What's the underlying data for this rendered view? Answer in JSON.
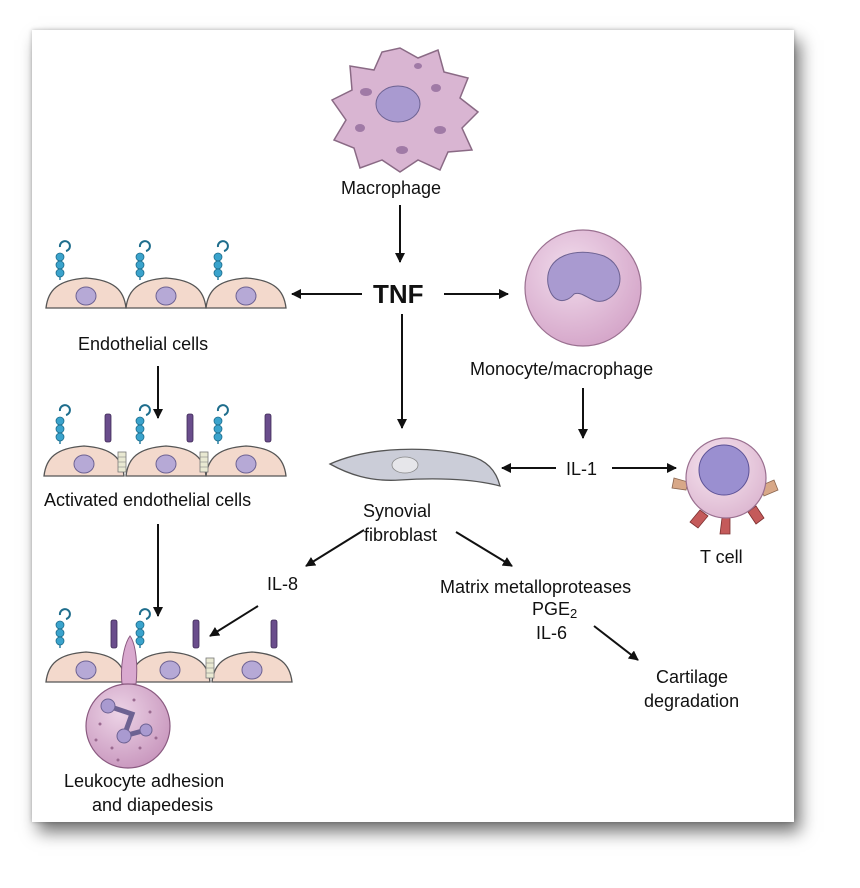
{
  "labels": {
    "macrophage": "Macrophage",
    "tnf": "TNF",
    "endothelial": "Endothelial cells",
    "monocyte": "Monocyte/macrophage",
    "activated": "Activated endothelial cells",
    "il1": "IL-1",
    "synovial_1": "Synovial",
    "synovial_2": "fibroblast",
    "tcell": "T cell",
    "il8": "IL-8",
    "mmp": "Matrix metalloproteases",
    "pge": "PGE",
    "pge_sub": "2",
    "il6": "IL-6",
    "cartilage_1": "Cartilage",
    "cartilage_2": "degradation",
    "leukocyte_1": "Leukocyte adhesion",
    "leukocyte_2": "and diapedesis"
  },
  "colors": {
    "cell_fill": "#f3d9cc",
    "nucleus": "#b6a9d6",
    "receptor": "#3aa3cc",
    "adhesion": "#6a4d8c",
    "macrophage": "#d9b5d2",
    "monocyte": "#e2bdd8",
    "fibroblast": "#cbcdd8",
    "arrow": "#111111"
  }
}
